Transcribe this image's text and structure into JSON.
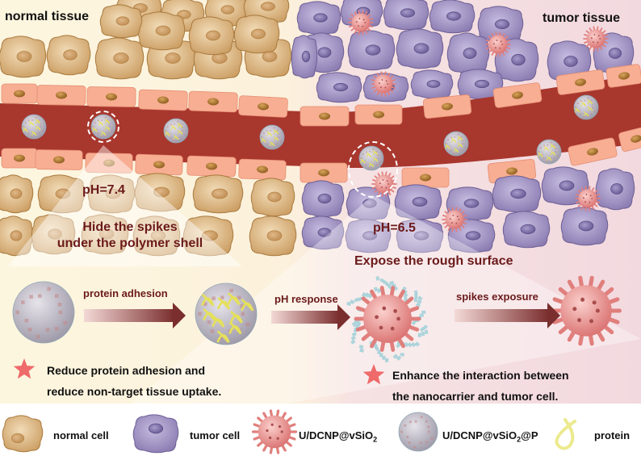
{
  "regions": {
    "normal": {
      "label": "normal tissue",
      "ph": "pH=7.4",
      "caption_line1": "Hide the spikes",
      "caption_line2": "under the polymer shell"
    },
    "tumor": {
      "label": "tumor tissue",
      "ph": "pH=6.5",
      "caption": "Expose the rough surface"
    }
  },
  "process": {
    "steps": [
      {
        "arrow_label": "protein adhesion"
      },
      {
        "arrow_label": "pH response"
      },
      {
        "arrow_label": "spikes exposure"
      }
    ]
  },
  "notes": {
    "normal": {
      "line1": "Reduce protein adhesion and",
      "line2": "reduce non-target tissue uptake."
    },
    "tumor": {
      "line1": "Enhance the interaction between",
      "line2": "the nanocarrier and tumor cell."
    }
  },
  "legend": {
    "items": [
      {
        "id": "normal-cell",
        "label": "normal cell"
      },
      {
        "id": "tumor-cell",
        "label": "tumor cell"
      },
      {
        "id": "udcnp-vsio2",
        "label_main": "U/DCNP@vSiO",
        "label_sub": "2",
        "label_tail": ""
      },
      {
        "id": "udcnp-vsio2-p",
        "label_main": "U/DCNP@vSiO",
        "label_sub": "2",
        "label_tail": "@P"
      },
      {
        "id": "protein",
        "label": "protein"
      }
    ]
  },
  "colors": {
    "normal_bg": "#fdf6df",
    "tumor_bg": "#f3dde2",
    "normal_cell": "#d6ae78",
    "tumor_cell": "#9b8bbd",
    "vessel": "#a8372e",
    "endothelial": "#f7ad92",
    "spiky_np": "#e88a88",
    "coated_np": "#b8b4be",
    "text_dark_red": "#6b1a1a",
    "star": "#ef6a6a"
  }
}
